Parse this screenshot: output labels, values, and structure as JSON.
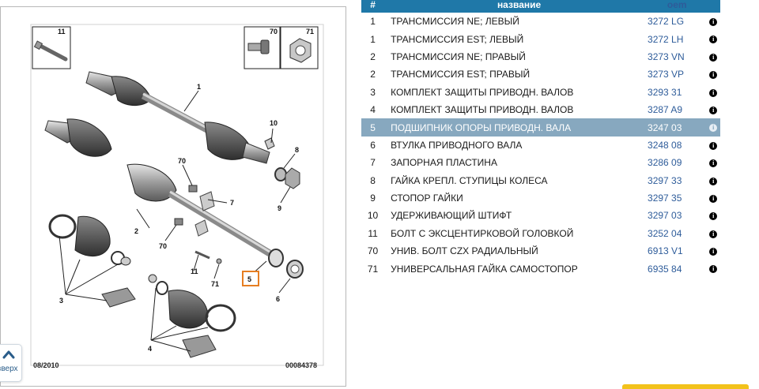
{
  "diagram": {
    "date": "08/2010",
    "drawing_number": "00084378",
    "box_labels": [
      "11",
      "70",
      "71"
    ],
    "callouts": [
      "1",
      "2",
      "3",
      "4",
      "5",
      "6",
      "7",
      "8",
      "9",
      "10",
      "11",
      "70",
      "71",
      "70"
    ],
    "highlighted_callout": "5"
  },
  "back_to_top": {
    "label": "вверх",
    "icon": "chevron-up-icon"
  },
  "table": {
    "headers": {
      "num": "#",
      "name": "название",
      "oem": "oem"
    },
    "rows": [
      {
        "num": "1",
        "name": "ТРАНСМИССИЯ NE; ЛЕВЫЙ",
        "oem": "3272 LG"
      },
      {
        "num": "1",
        "name": "ТРАНСМИССИЯ EST; ЛЕВЫЙ",
        "oem": "3272 LH"
      },
      {
        "num": "2",
        "name": "ТРАНСМИССИЯ NE; ПРАВЫЙ",
        "oem": "3273 VN"
      },
      {
        "num": "2",
        "name": "ТРАНСМИССИЯ EST; ПРАВЫЙ",
        "oem": "3273 VP"
      },
      {
        "num": "3",
        "name": "КОМПЛЕКТ ЗАЩИТЫ ПРИВОДН. ВАЛОВ",
        "oem": "3293 31"
      },
      {
        "num": "4",
        "name": "КОМПЛЕКТ ЗАЩИТЫ ПРИВОДН. ВАЛОВ",
        "oem": "3287 A9"
      },
      {
        "num": "5",
        "name": "ПОДШИПНИК ОПОРЫ ПРИВОДН. ВАЛА",
        "oem": "3247 03",
        "selected": true
      },
      {
        "num": "6",
        "name": "ВТУЛКА ПРИВОДНОГО ВАЛА",
        "oem": "3248 08"
      },
      {
        "num": "7",
        "name": "ЗАПОРНАЯ ПЛАСТИНА",
        "oem": "3286 09"
      },
      {
        "num": "8",
        "name": "ГАЙКА КРЕПЛ. СТУПИЦЫ КОЛЕСА",
        "oem": "3297 33"
      },
      {
        "num": "9",
        "name": "СТОПОР ГАЙКИ",
        "oem": "3297 35"
      },
      {
        "num": "10",
        "name": "УДЕРЖИВАЮЩИЙ ШТИФТ",
        "oem": "3297 03"
      },
      {
        "num": "11",
        "name": "БОЛТ С ЭКСЦЕНТИРКОВОЙ ГОЛОВКОЙ",
        "oem": "3252 04"
      },
      {
        "num": "70",
        "name": "УНИВ. БОЛТ CZX РАДИАЛЬНЫЙ",
        "oem": "6913 V1"
      },
      {
        "num": "71",
        "name": "УНИВЕРСАЛЬНАЯ ГАЙКА САМОСТОПОР",
        "oem": "6935 84"
      }
    ],
    "info_icon": "info-icon",
    "info_glyph": "i"
  },
  "colors": {
    "header": "#1f78a8",
    "selected_row": "#87a8bf",
    "oem_link": "#2e5c9a",
    "callout_highlight": "#e67e22"
  }
}
